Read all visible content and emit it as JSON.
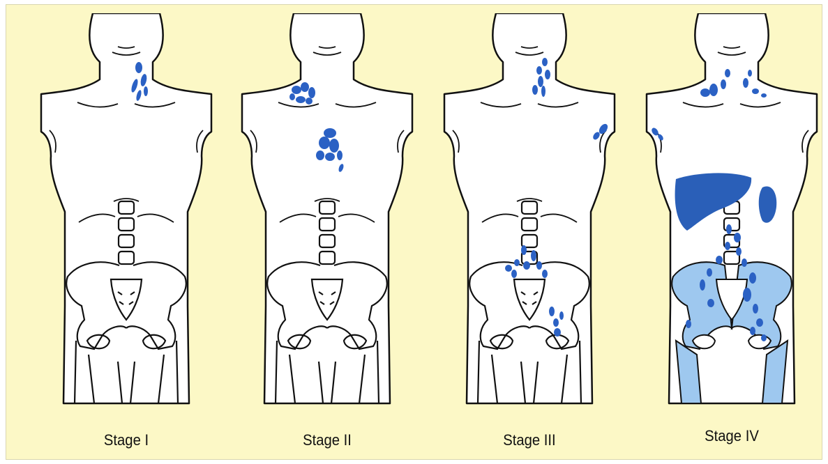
{
  "stages": [
    {
      "label": "Stage I"
    },
    {
      "label": "Stage II"
    },
    {
      "label": "Stage III"
    },
    {
      "label": "Stage IV"
    }
  ],
  "colors": {
    "background": "#fcf8c6",
    "body_fill": "#ffffff",
    "outline": "#111111",
    "lymph_node": "#2b61c4",
    "bone_involvement": "#9ec8ef",
    "organ": "#2a5fb8"
  }
}
